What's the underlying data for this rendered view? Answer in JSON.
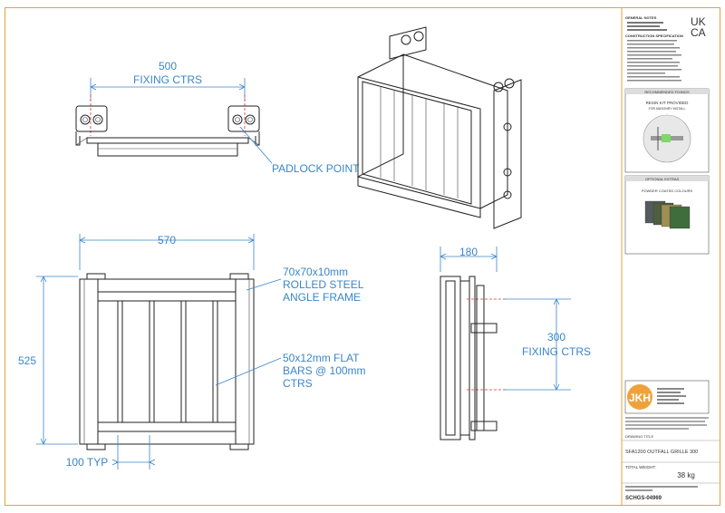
{
  "views": {
    "top": {
      "dimension": "500",
      "dimension_label": "FIXING CTRS",
      "callout": "PADLOCK POINT"
    },
    "front": {
      "width": "570",
      "height": "525",
      "bar_spacing": "100 TYP",
      "frame_note": [
        "70x70x10mm",
        "ROLLED STEEL",
        "ANGLE FRAME"
      ],
      "bars_note": [
        "50x12mm FLAT",
        "BARS @ 100mm",
        "CTRS"
      ]
    },
    "side": {
      "depth": "180",
      "fixing": "300",
      "fixing_label": "FIXING CTRS"
    }
  },
  "title_block": {
    "mark": [
      "UK",
      "CA"
    ],
    "general_notes_heading": "GENERAL NOTES",
    "construction_heading": "CONSTRUCTION SPECIFICATION",
    "fixing_heading": "RECOMMENDED FIXINGS",
    "fixing_sub": "RESIN KIT PROVIDED",
    "fixing_sub2": "FOR MASONRY INSTALL",
    "finish_heading": "OPTIONAL EXTRAS",
    "finish_sub": "POWDER COATED COLOURS",
    "finish_swatches": [
      "#555a5e",
      "#4c5f3e",
      "#a08f55",
      "#3f6d3b"
    ],
    "logo_text": "JKH",
    "project_label": "DRAWING TITLE",
    "title": "SFA1200 OUTFALL GRILLE 300",
    "weight_label": "TOTAL WEIGHT:",
    "weight_value": "38 kg",
    "drawing_no": "SCHGS-04969"
  }
}
